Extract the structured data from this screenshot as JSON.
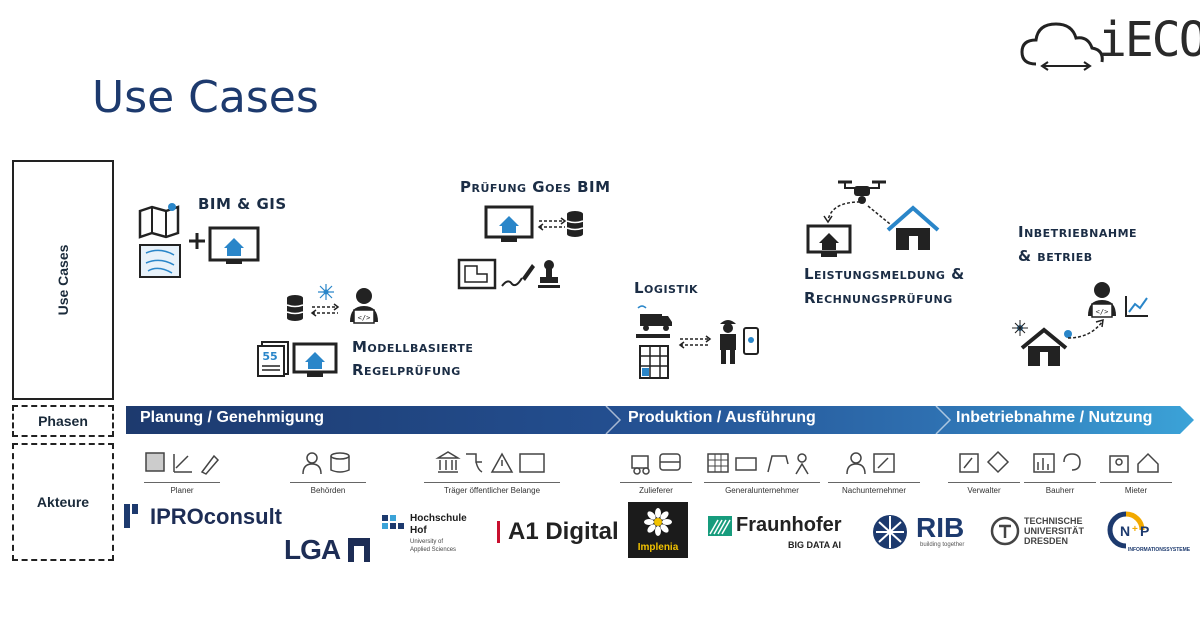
{
  "header": {
    "title": "Use Cases",
    "brand": "iECO"
  },
  "side": {
    "use_cases": "Use Cases",
    "phasen": "Phasen",
    "akteure": "Akteure"
  },
  "use_cases": {
    "bim_gis": "BIM & GIS",
    "pruefung_line1": "Prüfung Goes BIM",
    "modell_line1": "Modellbasierte",
    "modell_line2": "Regelprüfung",
    "logistik": "Logistik",
    "leistung_line1": "Leistungsmeldung &",
    "leistung_line2": "Rechnungsprüfung",
    "inbetrieb_line1": "Inbetriebnahme",
    "inbetrieb_line2": "& betrieb"
  },
  "phases": [
    "Planung / Genehmigung",
    "Produktion / Ausführung",
    "Inbetriebnahme / Nutzung"
  ],
  "actors": [
    "Planer",
    "Behörden",
    "Träger öffentlicher Belange",
    "Zulieferer",
    "Generalunternehmer",
    "Nachunternehmer",
    "Verwalter",
    "Bauherr",
    "Mieter"
  ],
  "partners": {
    "ipro": "IPROconsult",
    "lga": "LGA",
    "hof_line1": "Hochschule",
    "hof_line2": "Hof",
    "hof_line3": "University of",
    "hof_line4": "Applied Sciences",
    "a1": "A1 Digital",
    "implenia": "Implenia",
    "fraunhofer": "Fraunhofer",
    "fraunhofer_sub": "BIG DATA AI",
    "rib": "RIB",
    "rib_sub": "building together",
    "tud_line1": "TECHNISCHE",
    "tud_line2": "UNIVERSITÄT",
    "tud_line3": "DRESDEN",
    "np_sub": "INFORMATIONSSYSTEME"
  },
  "colors": {
    "dark_blue": "#1d3a6e",
    "mid_blue": "#2e6fb0",
    "light_blue": "#3ba3d8",
    "icon_blue": "#2a86c9"
  }
}
